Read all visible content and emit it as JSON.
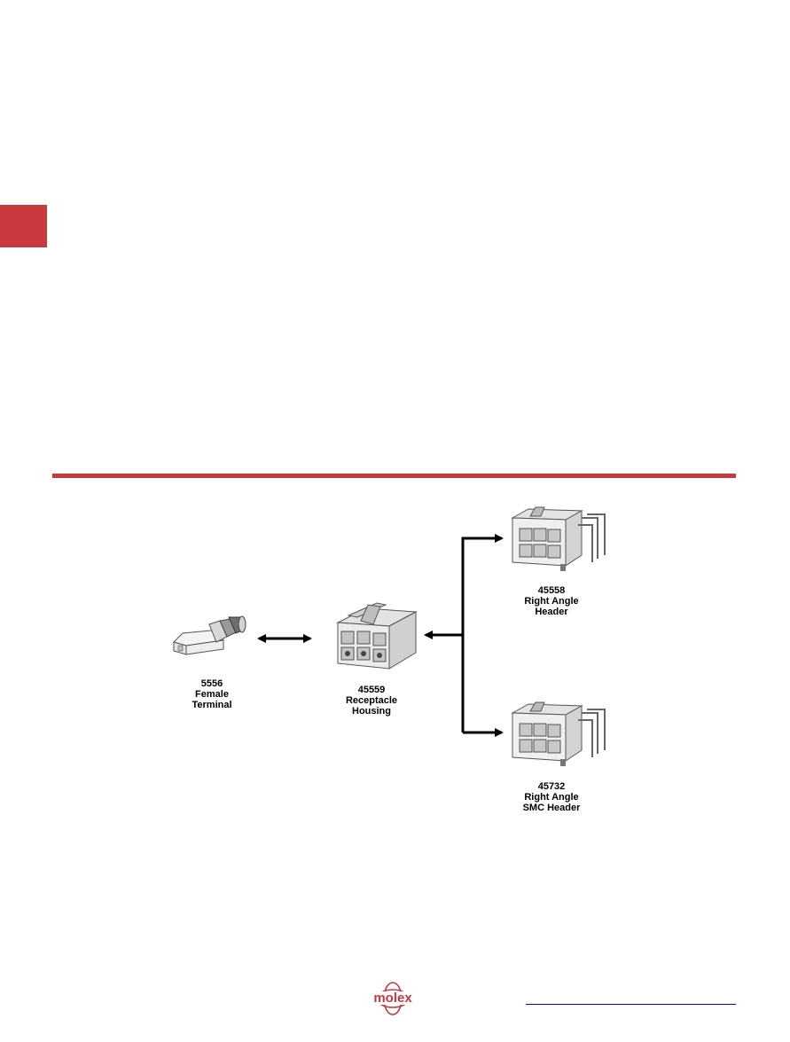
{
  "colors": {
    "accent": "#c8383c",
    "link": "#0000ee",
    "arrow": "#000000",
    "part_gray": "#cfcfcf"
  },
  "parts": {
    "terminal": {
      "number": "5556",
      "line1": "Female",
      "line2": "Terminal"
    },
    "housing": {
      "number": "45559",
      "line1": "Receptacle",
      "line2": "Housing"
    },
    "header_ra": {
      "number": "45558",
      "line1": "Right Angle",
      "line2": "Header"
    },
    "header_smc": {
      "number": "45732",
      "line1": "Right Angle",
      "line2": "SMC Header"
    }
  },
  "footer": {
    "logo_text": "molex"
  }
}
